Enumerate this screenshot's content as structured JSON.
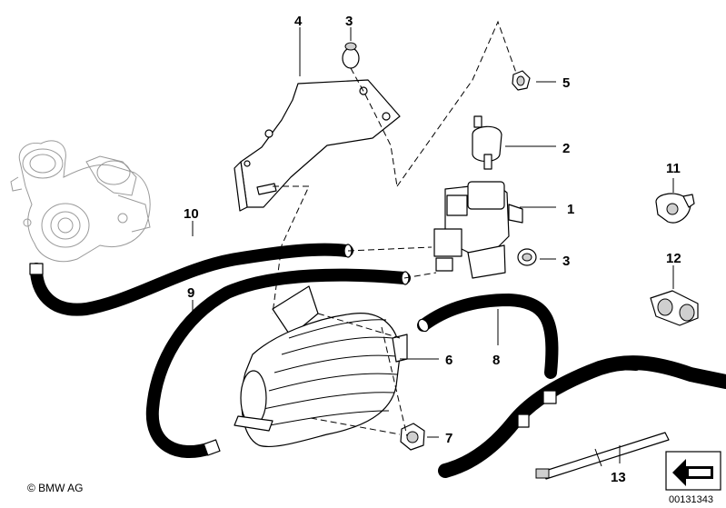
{
  "copyright": "© BMW AG",
  "diagram_code": "00131343",
  "callouts": [
    {
      "id": "c1",
      "label": "1"
    },
    {
      "id": "c2",
      "label": "2"
    },
    {
      "id": "c3a",
      "label": "3"
    },
    {
      "id": "c3b",
      "label": "3"
    },
    {
      "id": "c4",
      "label": "4"
    },
    {
      "id": "c5",
      "label": "5"
    },
    {
      "id": "c6",
      "label": "6"
    },
    {
      "id": "c7",
      "label": "7"
    },
    {
      "id": "c8",
      "label": "8"
    },
    {
      "id": "c9",
      "label": "9"
    },
    {
      "id": "c10",
      "label": "10"
    },
    {
      "id": "c11",
      "label": "11"
    },
    {
      "id": "c12",
      "label": "12"
    },
    {
      "id": "c13",
      "label": "13"
    }
  ]
}
